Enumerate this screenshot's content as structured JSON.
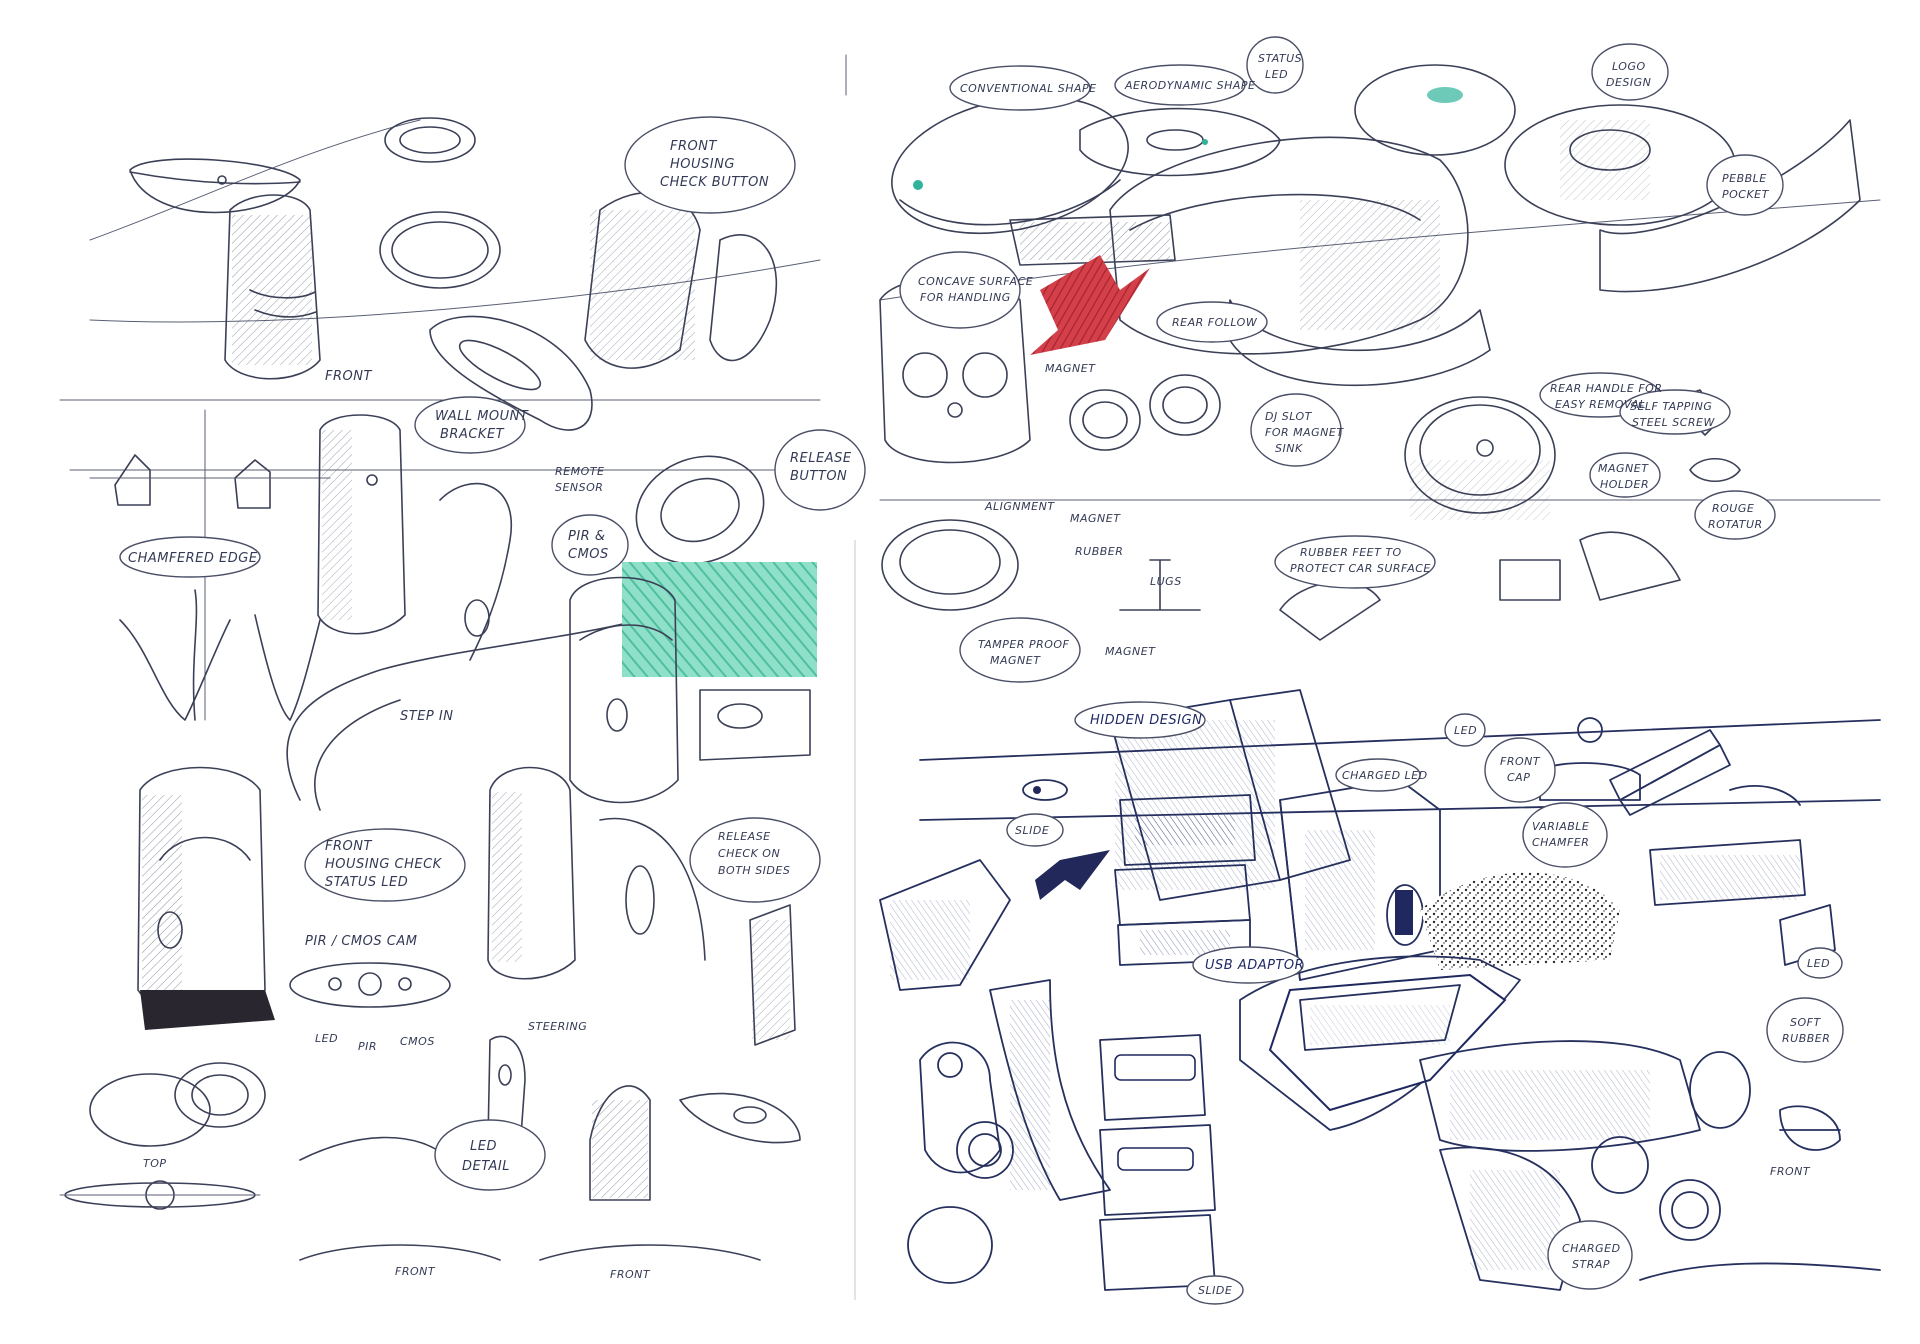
{
  "sheet_tl": {
    "labels": {
      "front_housing_button": [
        "FRONT",
        "HOUSING",
        "CHECK BUTTON"
      ],
      "front": "FRONT",
      "wall_mount": [
        "WALL MOUNT",
        "BRACKET"
      ],
      "remote_sensor": [
        "REMOTE",
        "SENSOR"
      ],
      "release_button": [
        "RELEASE",
        "BUTTON"
      ],
      "pir_cmos": [
        "PIR &",
        "CMOS"
      ],
      "chamfered_edge": "CHAMFERED EDGE",
      "step_in": "STEP IN",
      "front_housing_status": [
        "FRONT",
        "HOUSING CHECK",
        "STATUS LED"
      ],
      "release_check": [
        "RELEASE",
        "CHECK ON",
        "BOTH SIDES"
      ],
      "pir_cmos_cam": "PIR / CMOS CAM",
      "led": "LED",
      "pir": "PIR",
      "cmos": "CMOS",
      "steering": "STEERING",
      "top": "TOP",
      "led_detail": [
        "LED",
        "DETAIL"
      ],
      "front_1": "FRONT",
      "front_2": "FRONT"
    }
  },
  "sheet_tr": {
    "labels": {
      "conventional_shape": "CONVENTIONAL SHAPE",
      "aerodynamic_shape": "AERODYNAMIC SHAPE",
      "status_led": [
        "STATUS",
        "LED"
      ],
      "logo_design": [
        "LOGO",
        "DESIGN"
      ],
      "concave_surface": [
        "CONCAVE SURFACE",
        "FOR HANDLING"
      ],
      "rear_pocket": [
        "PEBBLE",
        "POCKET"
      ],
      "rear_follow": "REAR FOLLOW",
      "magnet": "MAGNET",
      "rear_handle": [
        "REAR HANDLE FOR",
        "EASY REMOVAL"
      ],
      "steel_screw": [
        "SELF TAPPING",
        "STEEL SCREW"
      ],
      "slot": [
        "DJ SLOT",
        "FOR MAGNET",
        "SINK"
      ],
      "magnet_holder": [
        "MAGNET",
        "HOLDER"
      ],
      "alignment": "ALIGNMENT",
      "magnet_2": "MAGNET",
      "rubber": "RUBBER",
      "rubber_feet": [
        "RUBBER FEET TO",
        "PROTECT CAR SURFACE"
      ],
      "magnet_3": "MAGNET",
      "tamper_proof": [
        "TAMPER PROOF",
        "MAGNET"
      ],
      "lugs": "LUGS",
      "rotate": [
        "ROUGE",
        "ROTATUR"
      ]
    }
  },
  "sheet_br": {
    "labels": {
      "hidden_design": "HIDDEN DESIGN",
      "led": "LED",
      "front_cap": [
        "FRONT",
        "CAP"
      ],
      "charged_led": "CHARGED LED",
      "variable_chamfer": [
        "VARIABLE",
        "CHAMFER"
      ],
      "slide": "SLIDE",
      "usb_adaptor": "USB ADAPTOR",
      "led_2": "LED",
      "soft_rubber": [
        "SOFT",
        "RUBBER"
      ],
      "front": "FRONT",
      "charged_strap": [
        "CHARGED",
        "STRAP"
      ],
      "slide_2": "SLIDE"
    }
  },
  "colors": {
    "ink": "#3b4057",
    "blue_ink": "#26305e",
    "teal_marker": "#6fd3b8",
    "red_marker": "#c9303c",
    "dark_base": "#2a2630"
  }
}
